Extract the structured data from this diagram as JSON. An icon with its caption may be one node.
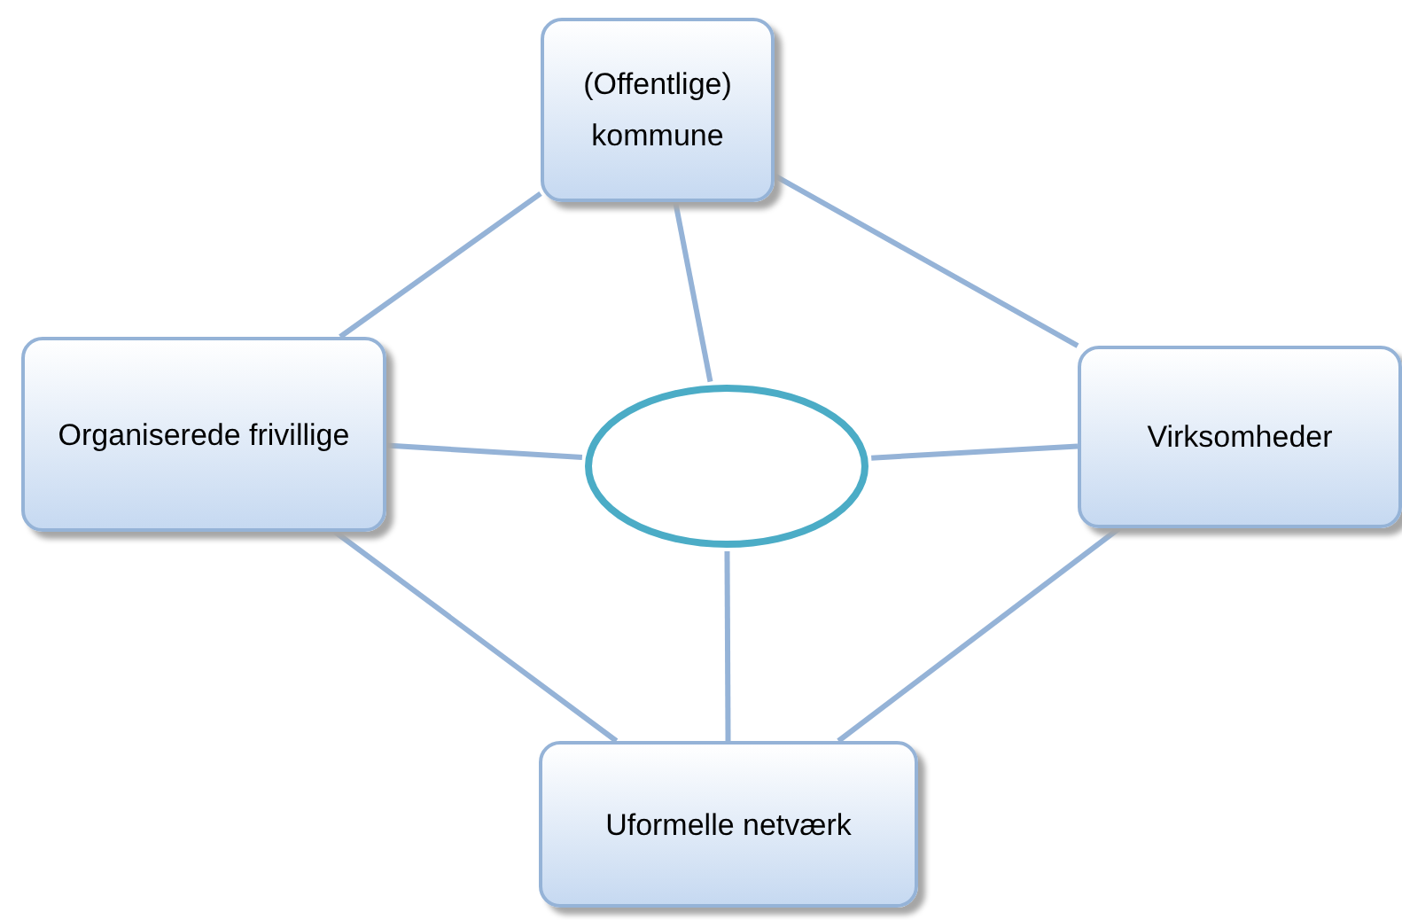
{
  "diagram": {
    "nodes": [
      {
        "text": [
          "(Offentlige) kommune"
        ]
      },
      {
        "text": [
          "Organiserede frivillige"
        ]
      },
      {
        "text": [
          "Virksomheder"
        ]
      },
      {
        "text": [
          "Uformelle netværk"
        ]
      },
      {
        "text": [],
        "shape": "ellipse"
      }
    ],
    "edges": [
      {
        "from": 0,
        "to": 1,
        "arrow": "none"
      },
      {
        "from": 0,
        "to": 2,
        "arrow": "none"
      },
      {
        "from": 1,
        "to": 3,
        "arrow": "none"
      },
      {
        "from": 2,
        "to": 3,
        "arrow": "none"
      },
      {
        "from": 0,
        "to": 4,
        "arrow": "none"
      },
      {
        "from": 1,
        "to": 4,
        "arrow": "none"
      },
      {
        "from": 2,
        "to": 4,
        "arrow": "none"
      },
      {
        "from": 3,
        "to": 4,
        "arrow": "none"
      }
    ]
  }
}
